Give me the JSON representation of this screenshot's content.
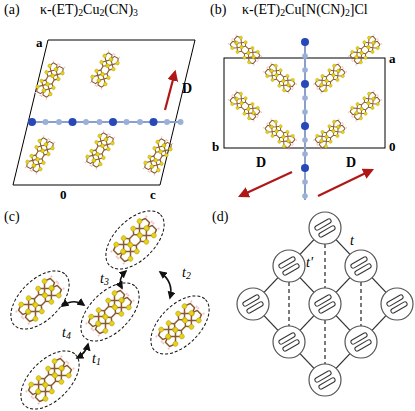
{
  "diagram": {
    "labels": [
      "(a)",
      "κ-(ET)2Cu2(CN)3",
      "a",
      "0",
      "c",
      "D",
      "(b)",
      "κ-(ET)2Cu[N(CN)2]Cl",
      "a",
      "b",
      "0",
      "D",
      "D",
      "(c)",
      "t2",
      "t4",
      "t3",
      "t1",
      "(d)",
      "t",
      "t'"
    ]
  }
}
